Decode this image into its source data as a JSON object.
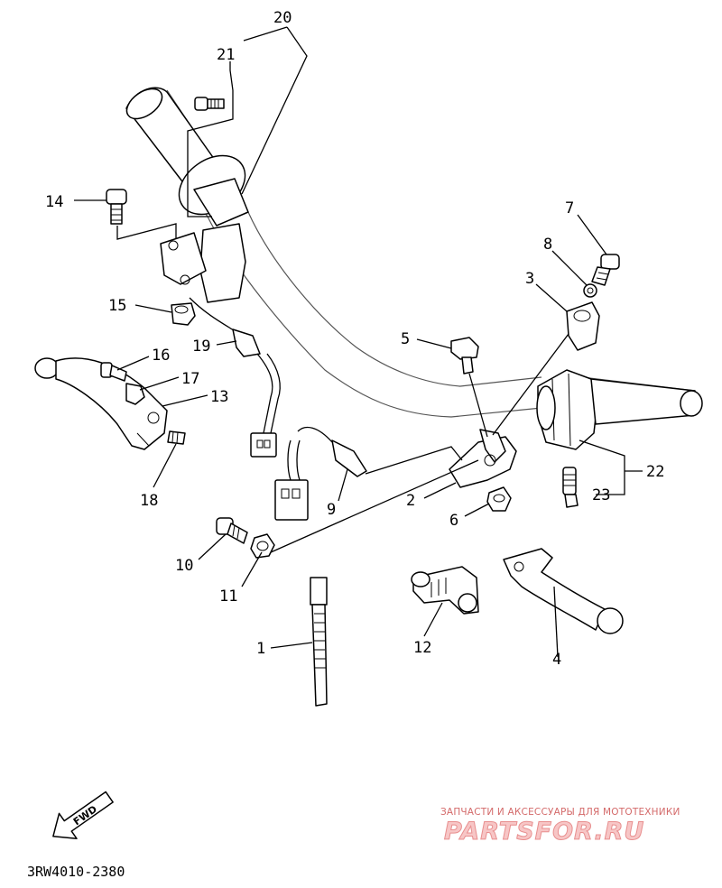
{
  "callouts": {
    "n1": "1",
    "n2": "2",
    "n3": "3",
    "n4": "4",
    "n5": "5",
    "n6": "6",
    "n7": "7",
    "n8": "8",
    "n9": "9",
    "n10": "10",
    "n11": "11",
    "n12": "12",
    "n13": "13",
    "n14": "14",
    "n15": "15",
    "n16": "16",
    "n17": "17",
    "n18": "18",
    "n19": "19",
    "n20": "20",
    "n21": "21",
    "n22": "22",
    "n23": "23"
  },
  "fwd_label": "FWD",
  "diagram_code": "3RW4010-2380",
  "watermark": {
    "tagline": "ЗАПЧАСТИ И АКСЕССУАРЫ ДЛЯ МОТОТЕХНИКИ",
    "brand": "PARTSFOR.RU"
  }
}
